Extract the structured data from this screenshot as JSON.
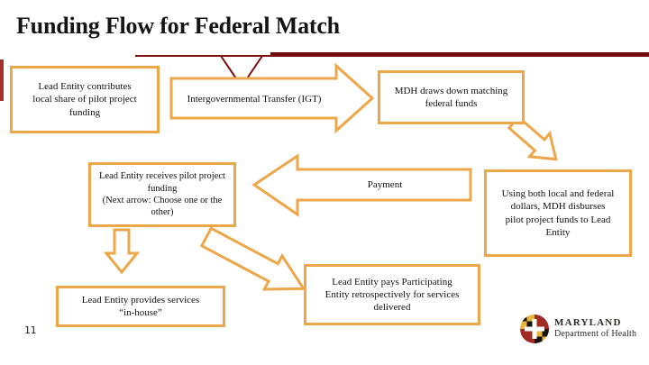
{
  "title": "Funding Flow for Federal Match",
  "colors": {
    "accent_orange": "#EDA648",
    "rule_maroon": "#7B0D0D",
    "accent_bar_red": "#A42F2B",
    "seal_gold": "#E8B63C",
    "seal_red": "#A12A22"
  },
  "flow": {
    "box_contributes": [
      "Lead Entity contributes",
      "local share of pilot project",
      "funding"
    ],
    "arrow_igt_label": "Intergovernmental Transfer (IGT)",
    "box_mdh_draws": [
      "MDH draws down matching",
      "federal funds"
    ],
    "box_receives": [
      "Lead Entity receives pilot project",
      "funding",
      "(Next arrow:  Choose one or the",
      "other)"
    ],
    "arrow_payment_label": "Payment",
    "box_disburses": [
      "Using both local and federal",
      "dollars, MDH disburses",
      "pilot project funds to Lead",
      "Entity"
    ],
    "box_inhouse": [
      "Lead Entity provides services",
      "“in-house”"
    ],
    "box_pays": [
      "Lead Entity pays Participating",
      "Entity retrospectively for services",
      "delivered"
    ]
  },
  "footer": {
    "page_number": "11",
    "logo_name": "MARYLAND",
    "logo_dept": "Department of Health"
  }
}
